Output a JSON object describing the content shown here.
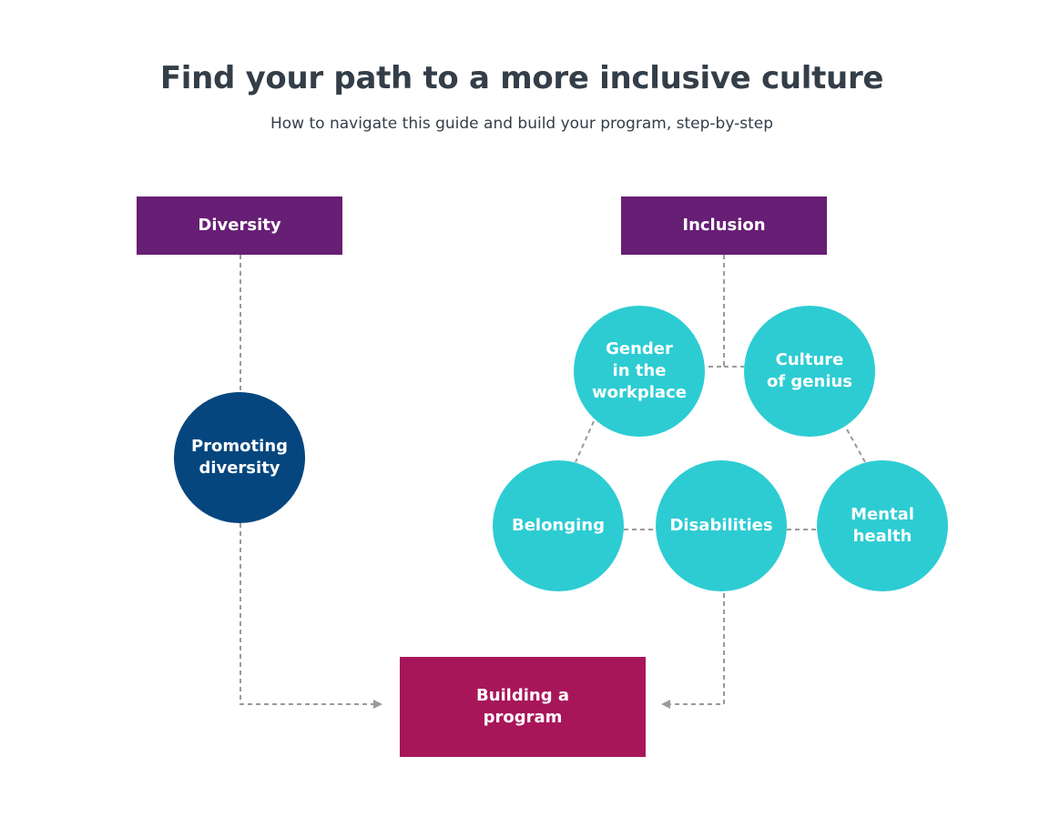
{
  "header": {
    "title": "Find your path to a more inclusive culture",
    "subtitle": "How to navigate this guide and build your program, step-by-step"
  },
  "nodes": {
    "diversity": "Diversity",
    "inclusion": "Inclusion",
    "promoting_diversity": "Promoting\ndiversity",
    "gender_in_workplace": "Gender\nin the\nworkplace",
    "culture_of_genius": "Culture\nof genius",
    "belonging": "Belonging",
    "disabilities": "Disabilities",
    "mental_health": "Mental\nhealth",
    "building_program": "Building a\nprogram"
  },
  "colors": {
    "purple": "#671e75",
    "magenta": "#a8165a",
    "navy": "#05467e",
    "teal": "#2dccd3",
    "connector": "#9a9a9a",
    "text_dark": "#333e48"
  },
  "edges": [
    {
      "from": "diversity",
      "to": "promoting_diversity"
    },
    {
      "from": "promoting_diversity",
      "to": "building_program",
      "arrow": true
    },
    {
      "from": "inclusion",
      "to": "gender_in_workplace"
    },
    {
      "from": "gender_in_workplace",
      "to": "culture_of_genius"
    },
    {
      "from": "gender_in_workplace",
      "to": "belonging"
    },
    {
      "from": "culture_of_genius",
      "to": "mental_health"
    },
    {
      "from": "belonging",
      "to": "disabilities"
    },
    {
      "from": "disabilities",
      "to": "mental_health"
    },
    {
      "from": "disabilities",
      "to": "building_program",
      "arrow": true
    }
  ]
}
